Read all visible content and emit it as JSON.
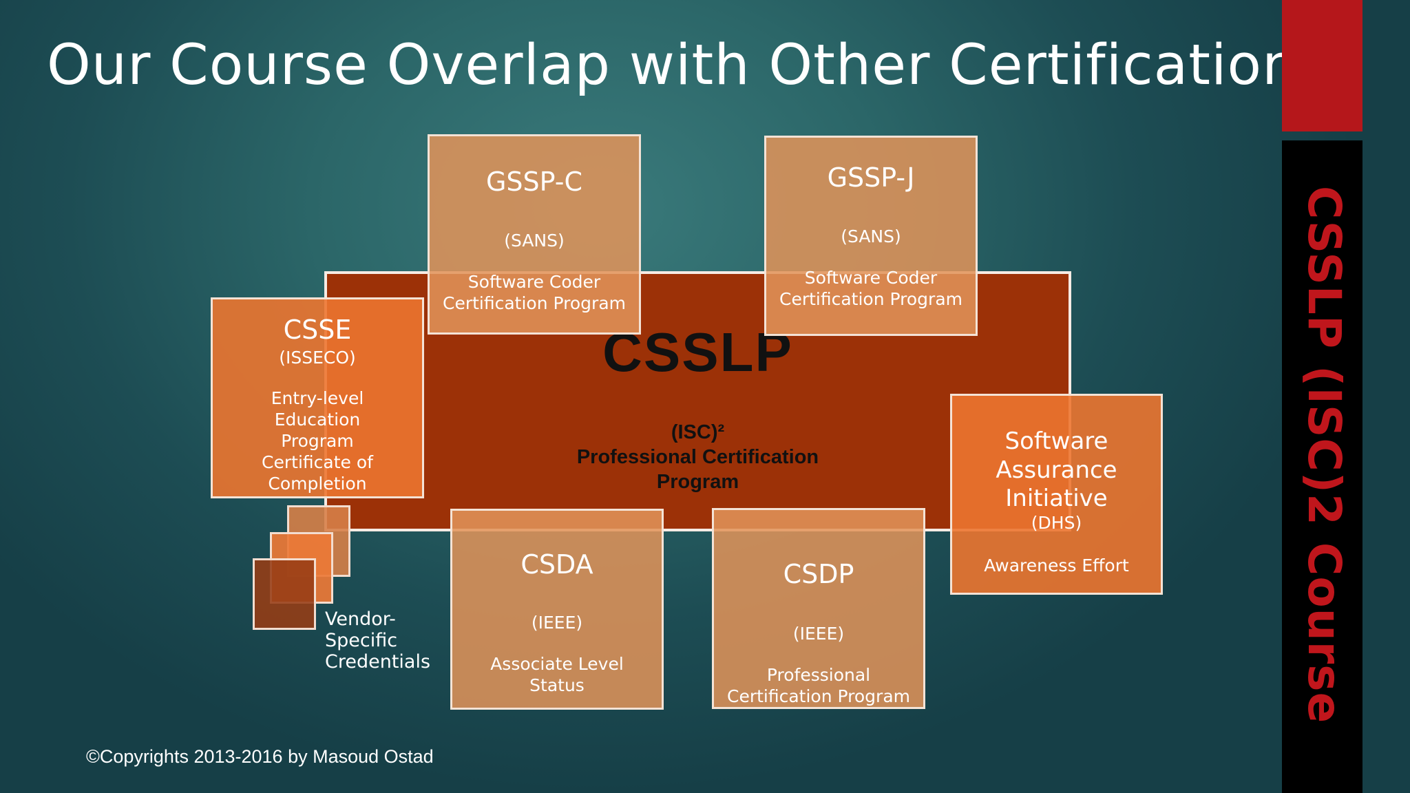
{
  "slide": {
    "title": "Our Course Overlap with Other Certification",
    "copyright": "©Copyrights 2013-2016 by Masoud Ostad",
    "side_label": "CSSLP (ISC)2 Course"
  },
  "main": {
    "title": "CSSLP",
    "line1": "(ISC)²",
    "line2": "Professional Certification",
    "line3": "Program"
  },
  "boxes": {
    "gsspc": {
      "name": "GSSP-C",
      "org": "(SANS)",
      "desc1": "Software Coder",
      "desc2": "Certification Program"
    },
    "gsspj": {
      "name": "GSSP-J",
      "org": "(SANS)",
      "desc1": "Software Coder",
      "desc2": "Certification Program"
    },
    "csse": {
      "name": "CSSE",
      "org": "(ISSECO)",
      "desc1": "Entry-level",
      "desc2": "Education",
      "desc3": "Program",
      "desc4": "Certificate of",
      "desc5": "Completion"
    },
    "sai": {
      "name1": "Software",
      "name2": "Assurance",
      "name3": "Initiative",
      "org": "(DHS)",
      "desc": "Awareness Effort"
    },
    "csda": {
      "name": "CSDA",
      "org": "(IEEE)",
      "desc1": "Associate Level",
      "desc2": "Status"
    },
    "csdp": {
      "name": "CSDP",
      "org": "(IEEE)",
      "desc1": "Professional",
      "desc2": "Certification Program"
    }
  },
  "vendor": {
    "line1": "Vendor-",
    "line2": "Specific",
    "line3": "Credentials"
  },
  "colors": {
    "main_box": "#9c3107",
    "light_box": "#e2945a",
    "bright_box": "#ec7630",
    "sidebar_red": "#b5171b",
    "sidebar_text": "#c0161c"
  }
}
